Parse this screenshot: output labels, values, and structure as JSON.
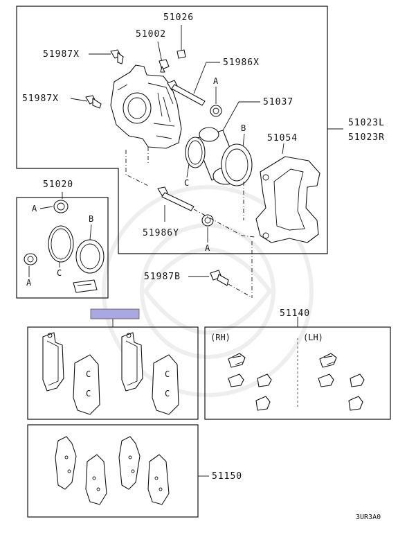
{
  "labels": {
    "p51026": "51026",
    "p51002": "51002",
    "p51987x_top": "51987X",
    "p51986x": "51986X",
    "p51987x_mid": "51987X",
    "p51037": "51037",
    "p51023l": "51023L",
    "p51023r": "51023R",
    "p51054": "51054",
    "p51020": "51020",
    "p51986y": "51986Y",
    "p51987b": "51987B",
    "p51140": "51140",
    "p51150": "51150",
    "rh": "(RH)",
    "lh": "(LH)",
    "code": "3UR3A0"
  },
  "callouts": {
    "a": "A",
    "b": "B",
    "c": "C"
  },
  "colors": {
    "highlight": "#a9a8e3",
    "line": "#111111",
    "watermark": "#eeeeee"
  }
}
